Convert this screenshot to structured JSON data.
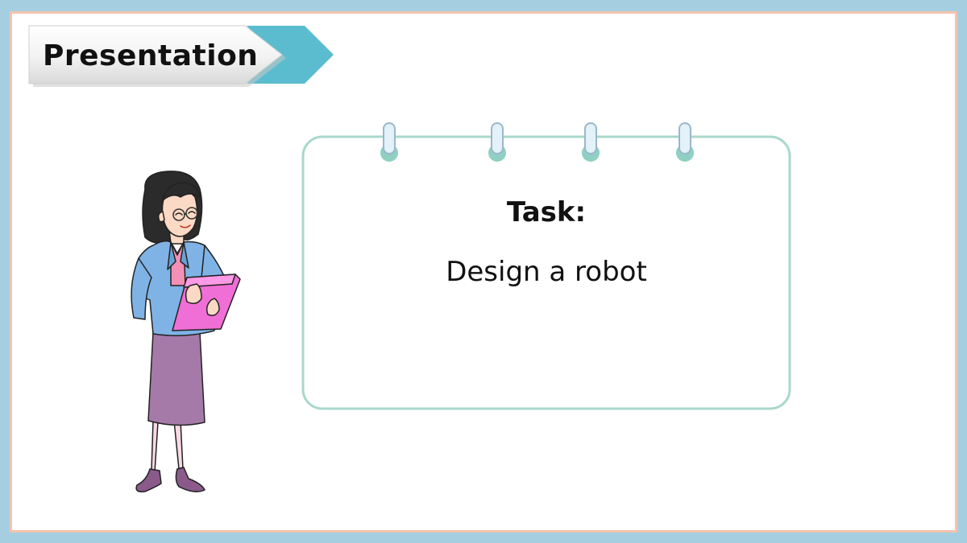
{
  "banner": {
    "label": "Presentation"
  },
  "card": {
    "title": "Task:",
    "body": "Design a robot"
  },
  "colors": {
    "frame_outer": "#a5cfe1",
    "frame_border": "#f4c3ae",
    "banner_arrow": "#5bbccf",
    "card_border": "#a8d8cc",
    "ring": "#8fd0c2"
  },
  "illustration": {
    "subject": "teacher-holding-book"
  }
}
